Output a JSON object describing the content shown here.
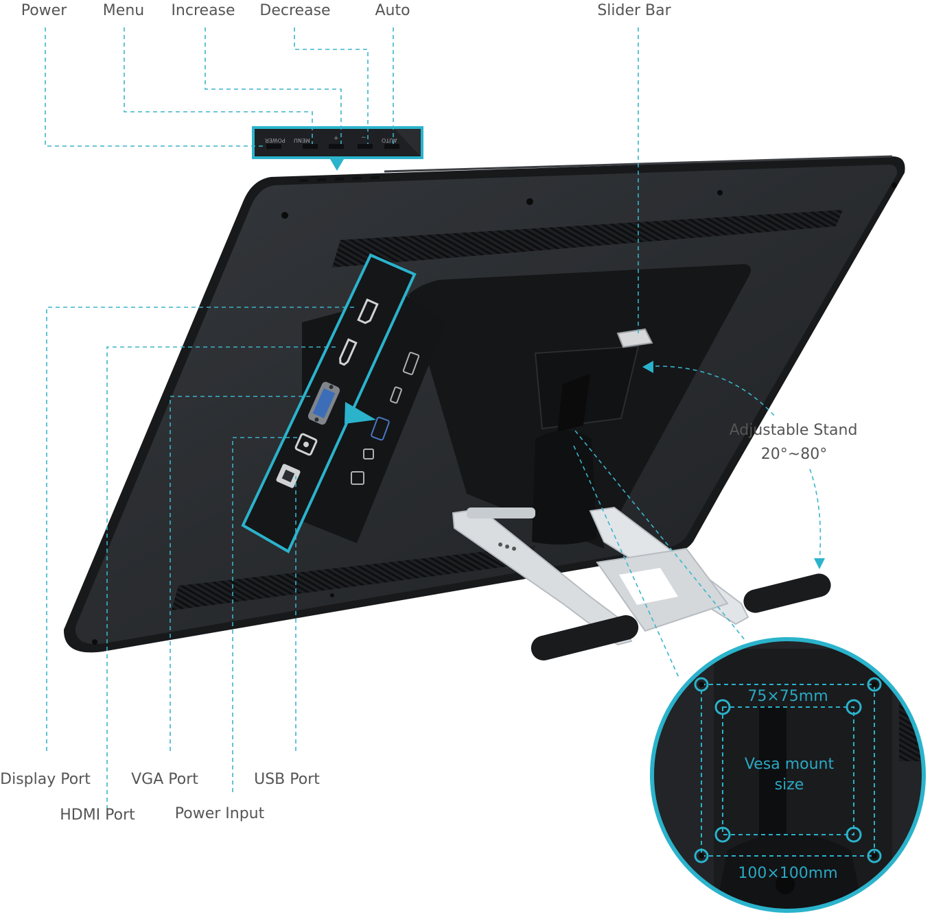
{
  "colors": {
    "accent": "#2bb3cc",
    "body": "#26292d",
    "bezel": "#1c1e21",
    "label": "#555555",
    "stand": "#d9dde0"
  },
  "top_labels": {
    "power": "Power",
    "menu": "Menu",
    "increase": "Increase",
    "decrease": "Decrease",
    "auto": "Auto",
    "slider_bar": "Slider Bar"
  },
  "buttons_strip": {
    "power": "POWER",
    "menu": "MENU",
    "plus": "+",
    "minus": "−",
    "auto": "AUTO"
  },
  "bottom_labels": {
    "display_port": "Display Port",
    "hdmi_port": "HDMI Port",
    "vga_port": "VGA Port",
    "power_input": "Power Input",
    "usb_port": "USB Port"
  },
  "stand": {
    "title": "Adjustable Stand",
    "range": "20°~80°"
  },
  "vesa": {
    "small": "75×75mm",
    "caption_line1": "Vesa mount",
    "caption_line2": "size",
    "large": "100×100mm"
  },
  "icons": [
    "display-port-icon",
    "hdmi-port-icon",
    "vga-port-icon",
    "power-input-icon",
    "usb-port-icon",
    "arrow-down-icon",
    "arrow-right-icon"
  ]
}
